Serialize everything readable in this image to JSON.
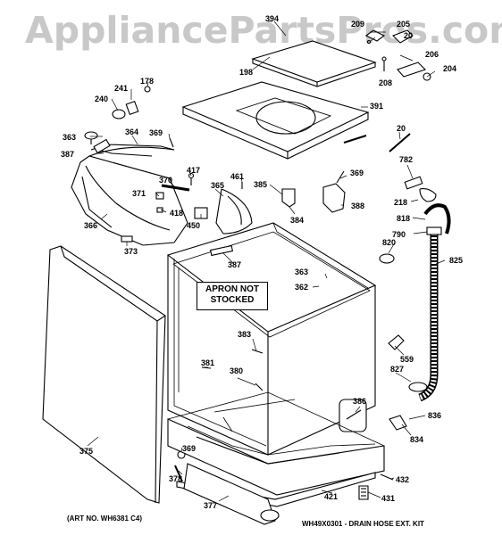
{
  "watermark": "AppliancePartsPros.com",
  "apron_note": [
    "APRON NOT",
    "STOCKED"
  ],
  "art_number": "(ART NO. WH6381 C4)",
  "drain_hose_note": "WH49X0301 - DRAIN HOSE EXT. KIT",
  "part_numbers": {
    "p394": "394",
    "p209": "209",
    "p205": "205",
    "p20a": "20",
    "p198": "198",
    "p206": "206",
    "p204": "204",
    "p208": "208",
    "p178": "178",
    "p241": "241",
    "p240": "240",
    "p391": "391",
    "p363a": "363",
    "p364": "364",
    "p369a": "369",
    "p20b": "20",
    "p387a": "387",
    "p782": "782",
    "p417": "417",
    "p369b": "369",
    "p370": "370",
    "p365": "365",
    "p461": "461",
    "p385": "385",
    "p371": "371",
    "p418": "418",
    "p218": "218",
    "p388": "388",
    "p818": "818",
    "p366": "366",
    "p450": "450",
    "p384": "384",
    "p790": "790",
    "p820": "820",
    "p373": "373",
    "p387b": "387",
    "p825": "825",
    "p363b": "363",
    "p362": "362",
    "p383": "383",
    "p381": "381",
    "p380": "380",
    "p559": "559",
    "p827": "827",
    "p386": "386",
    "p836": "836",
    "p375": "375",
    "p834": "834",
    "p369c": "369",
    "p378": "378",
    "p432": "432",
    "p421": "421",
    "p431": "431",
    "p377": "377"
  }
}
